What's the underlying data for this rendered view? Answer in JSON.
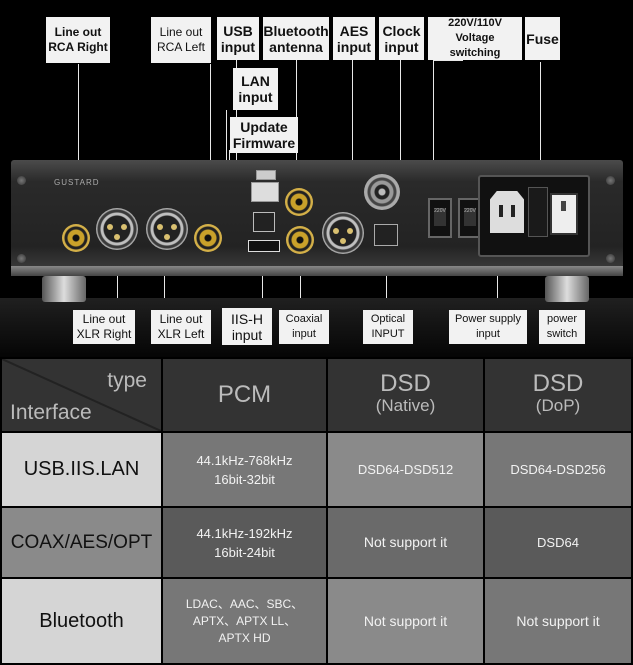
{
  "callouts_top": {
    "rca_right": "Line out\nRCA Right",
    "rca_left": "Line out\nRCA Left",
    "usb": "USB\ninput",
    "bluetooth": "Bluetooth\nantenna",
    "aes": "AES\ninput",
    "clock": "Clock\ninput",
    "voltage": "220V/110V\nVoltage switching",
    "fuse": "Fuse",
    "lan": "LAN\ninput",
    "firmware": "Update\nFirmware"
  },
  "callouts_bottom": {
    "xlr_right": "Line out\nXLR Right",
    "xlr_left": "Line out\nXLR Left",
    "iis": "IIS-H\ninput",
    "coaxial": "Coaxial\ninput",
    "optical": "Optical\nINPUT",
    "power_supply": "Power supply\ninput",
    "power_switch": "power\nswitch"
  },
  "device": {
    "brand": "GUSTARD"
  },
  "table": {
    "corner_type": "type",
    "corner_interface": "Interface",
    "headers": {
      "pcm": "PCM",
      "dsd_native": "DSD",
      "dsd_native_sub": "(Native)",
      "dsd_dop": "DSD",
      "dsd_dop_sub": "(DoP)"
    },
    "rows": [
      {
        "interface": "USB.IIS.LAN",
        "pcm": "44.1kHz-768kHz\n16bit-32bit",
        "native": "DSD64-DSD512",
        "dop": "DSD64-DSD256"
      },
      {
        "interface": "COAX/AES/OPT",
        "pcm": "44.1kHz-192kHz\n16bit-24bit",
        "native": "Not support it",
        "dop": "DSD64"
      },
      {
        "interface": "Bluetooth",
        "pcm": "LDAC、AAC、SBC、\nAPTX、APTX LL、\nAPTX HD",
        "native": "Not support it",
        "dop": "Not support it"
      }
    ]
  },
  "colors": {
    "label_bg": "#f2f2f2",
    "table_light": "#d5d5d5",
    "table_dark": "#777777",
    "table_header": "#333333",
    "gold": "#c9a12a"
  }
}
